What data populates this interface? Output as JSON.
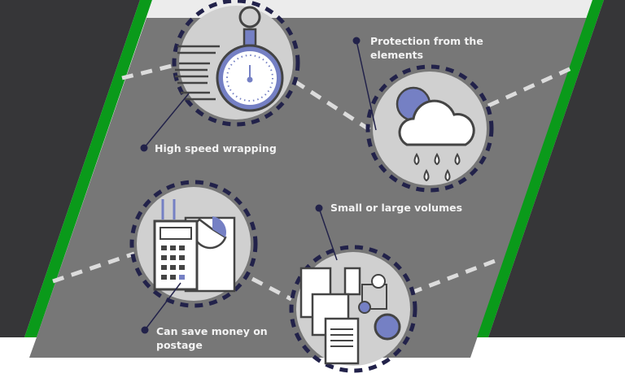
{
  "colors": {
    "dark": "#363638",
    "green": "#0a9a1a",
    "panel": "#777777",
    "accent": "#7580c4",
    "navy": "#22224a",
    "circle": "#d0d0d0"
  },
  "features": [
    {
      "label": "High speed wrapping",
      "icon": "stopwatch-icon"
    },
    {
      "label": "Protection from the elements",
      "icon": "cloud-rain-icon"
    },
    {
      "label": "Small or large volumes",
      "icon": "documents-icon"
    },
    {
      "label": "Can save money on postage",
      "icon": "calculator-icon"
    }
  ]
}
